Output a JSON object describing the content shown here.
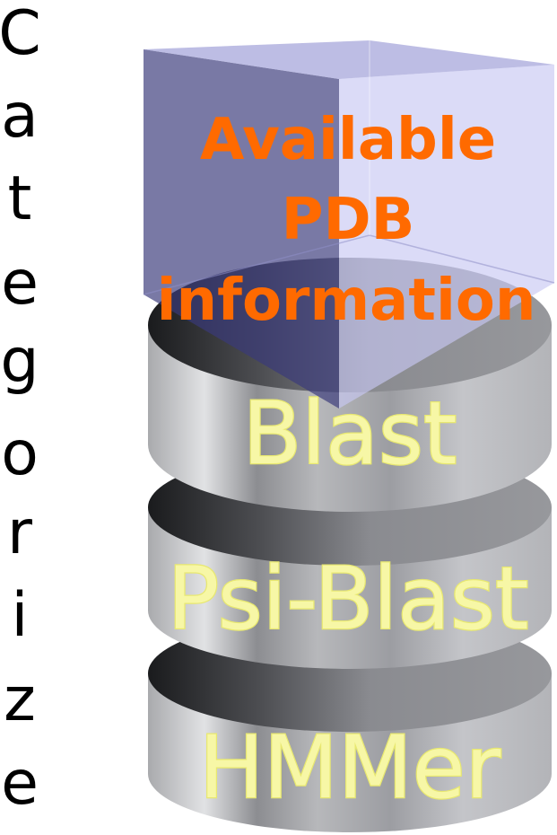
{
  "side_label": {
    "letters": [
      "C",
      "a",
      "t",
      "e",
      "g",
      "o",
      "r",
      "i",
      "z",
      "e"
    ]
  },
  "cube": {
    "lines": [
      "Available",
      "PDB",
      "information"
    ],
    "text_color": "#ff6a00",
    "front_color": "#5a5a8e",
    "side_color": "#d8d8f4"
  },
  "layers": [
    {
      "label": "Blast"
    },
    {
      "label": "Psi-Blast"
    },
    {
      "label": "HMMer"
    }
  ],
  "colors": {
    "cylinder_light": "#d8d9dc",
    "cylinder_dark": "#2a2b2e",
    "label_fill": "#f7f7a6"
  }
}
